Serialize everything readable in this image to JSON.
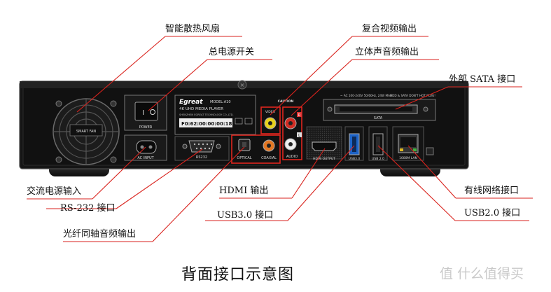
{
  "callouts": {
    "fan": "智能散热风扇",
    "power_switch": "总电源开关",
    "composite_video": "复合视频输出",
    "stereo_audio": "立体声音频输出",
    "external_sata": "外部 SATA 接口",
    "ac_input": "交流电源输入",
    "rs232": "RS-232 接口",
    "optical_coaxial": "光纤同轴音频输出",
    "hdmi": "HDMI 输出",
    "usb3": "USB3.0 接口",
    "ethernet": "有线网络接口",
    "usb2": "USB2.0 接口"
  },
  "device": {
    "brand": "Egreat",
    "model": "MODEL:A10",
    "product": "4K UHD MEDIA PLAYER",
    "manufacturer": "SHENZHEN EGREAT TECHNOLOGY CO.,LTD.",
    "mac": "F0:62:00:00:00:18",
    "power_rating": "~ AC 100-240V 50/60Hz, 24W MAX",
    "sata_warning": "HDD & SATA DON'T HOT PLUG!",
    "caution": "CAUTION",
    "fan_label": "SMART FAN",
    "port_labels": {
      "power": "POWER",
      "ac_input": "AC INPUT",
      "rs232": "RS232",
      "optical": "OPTICAL",
      "coaxial": "COAXIAL",
      "video": "VIDEO",
      "audio": "AUDIO",
      "audio_left": "L",
      "audio_right": "R",
      "hdmi": "HDMI OUTPUT",
      "usb3": "USB3.0",
      "usb2": "USB 2.0",
      "lan": "1000M LAN",
      "sata": "SATA"
    }
  },
  "caption": "背面接口示意图",
  "watermark": "值 什么值得买",
  "colors": {
    "leader_line": "#d9221c",
    "chassis": "#141414",
    "highlight_box": "#e0261e",
    "usb3_blue": "#1e64c8"
  }
}
